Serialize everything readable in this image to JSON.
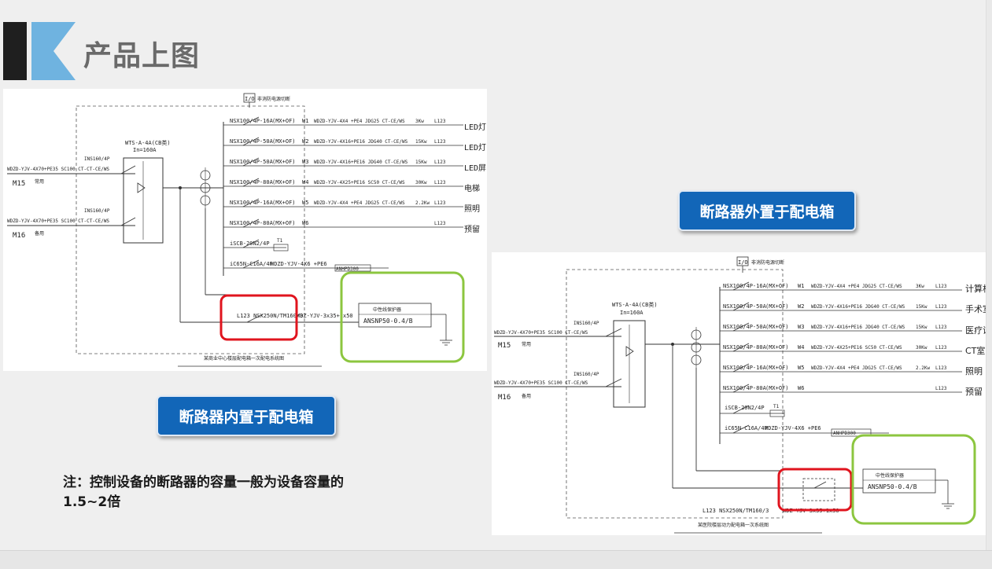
{
  "title": "产品上图",
  "callouts": {
    "internal": "断路器内置于配电箱",
    "external": "断路器外置于配电箱"
  },
  "note": {
    "line1": "注：控制设备的断路器的容量一般为设备容量的",
    "line2": "1.5~2倍"
  },
  "colors": {
    "accent_blue": "#1266b8",
    "title_blue": "#6fb3e0",
    "highlight_red": "#e0141e",
    "highlight_green": "#8cc63f"
  },
  "diagram_left": {
    "header_box": "I/O",
    "header_label": "非消防电源切断",
    "switch_name": "WTS-A-4A(CB类)",
    "switch_rating": "In=160A",
    "inputs": [
      {
        "breaker": "INS160/4P",
        "cable": "WDZD-YJV-4X70+PE35 SC100 CT-CT-CE/WS",
        "tag": "M15",
        "note": "常用"
      },
      {
        "breaker": "INS160/4P",
        "cable": "WDZD-YJV-4X70+PE35 SC100 CT-CT-CE/WS",
        "tag": "M16",
        "note": "备用"
      }
    ],
    "circuits": [
      {
        "breaker": "NSX100/4P-16A",
        "aux": "(MX+OF)",
        "id": "W1",
        "cable": "WDZD-YJV-4X4 +PE4 JDG25 CT-CE/WS",
        "power": "3Kw",
        "phase": "L123",
        "load": "LED灯"
      },
      {
        "breaker": "NSX100/4P-50A",
        "aux": "(MX+OF)",
        "id": "W2",
        "cable": "WDZD-YJV-4X16+PE16 JDG40 CT-CE/WS",
        "power": "15Kw",
        "phase": "L123",
        "load": "LED灯"
      },
      {
        "breaker": "NSX100/4P-50A",
        "aux": "(MX+OF)",
        "id": "W3",
        "cable": "WDZD-YJV-4X16+PE16 JDG40 CT-CE/WS",
        "power": "15Kw",
        "phase": "L123",
        "load": "LED屏"
      },
      {
        "breaker": "NSX100/4P-80A",
        "aux": "(MX+OF)",
        "id": "W4",
        "cable": "WDZD-YJV-4X25+PE16 SC50 CT-CE/WS",
        "power": "30Kw",
        "phase": "L123",
        "load": "电梯"
      },
      {
        "breaker": "NSX100/4P-16A",
        "aux": "(MX+OF)",
        "id": "W5",
        "cable": "WDZD-YJV-4X4 +PE4 JDG25 CT-CE/WS",
        "power": "2.2Kw",
        "phase": "L123",
        "load": "照明"
      },
      {
        "breaker": "NSX100/4P-80A",
        "aux": "(MX+OF)",
        "id": "W6",
        "cable": "",
        "power": "",
        "phase": "L123",
        "load": "预留"
      }
    ],
    "spd": "iSCB-20N2/4P",
    "spd_tag": "T1",
    "monitor_breaker": "iC65N-C16A/4P",
    "monitor_cable": "WDZD-YJV-4X6 +PE6",
    "monitor_device": "ANHPD300",
    "main_breaker": "L123 NSX250N/TM160/3",
    "main_cable": "WDZ-YJV-3x35+1x50",
    "protector_label": "中性线保护器",
    "protector_model": "ANSNP50-0.4/B",
    "caption": "某商业中心楼层配电箱一次配电系统图"
  },
  "diagram_right": {
    "header_box": "I/O",
    "header_label": "非消防电源切断",
    "switch_name": "WTS-A-4A(CB类)",
    "switch_rating": "In=160A",
    "inputs": [
      {
        "breaker": "INS160/4P",
        "cable": "WDZD-YJV-4X70+PE35 SC100 CT-CE/WS",
        "tag": "M15",
        "note": "常用"
      },
      {
        "breaker": "INS160/4P",
        "cable": "WDZD-YJV-4X70+PE35 SC100 CT-CE/WS",
        "tag": "M16",
        "note": "备用"
      }
    ],
    "circuits": [
      {
        "breaker": "NSX100/4P-16A",
        "aux": "(MX+OF)",
        "id": "W1",
        "cable": "WDZD-YJV-4X4 +PE4 JDG25 CT-CE/WS",
        "power": "3Kw",
        "phase": "L123",
        "load": "计算机"
      },
      {
        "breaker": "NSX100/4P-50A",
        "aux": "(MX+OF)",
        "id": "W2",
        "cable": "WDZD-YJV-4X16+PE16 JDG40 CT-CE/WS",
        "power": "15Kw",
        "phase": "L123",
        "load": "手术室"
      },
      {
        "breaker": "NSX100/4P-50A",
        "aux": "(MX+OF)",
        "id": "W3",
        "cable": "WDZD-YJV-4X16+PE16 JDG40 CT-CE/WS",
        "power": "15Kw",
        "phase": "L123",
        "load": "医疗设备"
      },
      {
        "breaker": "NSX100/4P-80A",
        "aux": "(MX+OF)",
        "id": "W4",
        "cable": "WDZD-YJV-4X25+PE16 SC50 CT-CE/WS",
        "power": "30Kw",
        "phase": "L123",
        "load": "CT室"
      },
      {
        "breaker": "NSX100/4P-16A",
        "aux": "(MX+OF)",
        "id": "W5",
        "cable": "WDZD-YJV-4X4 +PE4 JDG25 CT-CE/WS",
        "power": "2.2Kw",
        "phase": "L123",
        "load": "照明"
      },
      {
        "breaker": "NSX100/4P-80A",
        "aux": "(MX+OF)",
        "id": "W6",
        "cable": "",
        "power": "",
        "phase": "L123",
        "load": "预留"
      }
    ],
    "spd": "iSCB-20N2/4P",
    "spd_tag": "T1",
    "monitor_breaker": "iC65N-C16A/4P",
    "monitor_cable": "WDZD-YJV-4X6 +PE6",
    "monitor_device": "ANHPD300",
    "main_breaker": "L123 NSX250N/TM160/3",
    "main_cable": "WDZ-YJV-3x35+1x50",
    "protector_label": "中性线保护器",
    "protector_model": "ANSNP50-0.4/B",
    "caption": "某医院楼层动力配电箱一次系统图"
  }
}
